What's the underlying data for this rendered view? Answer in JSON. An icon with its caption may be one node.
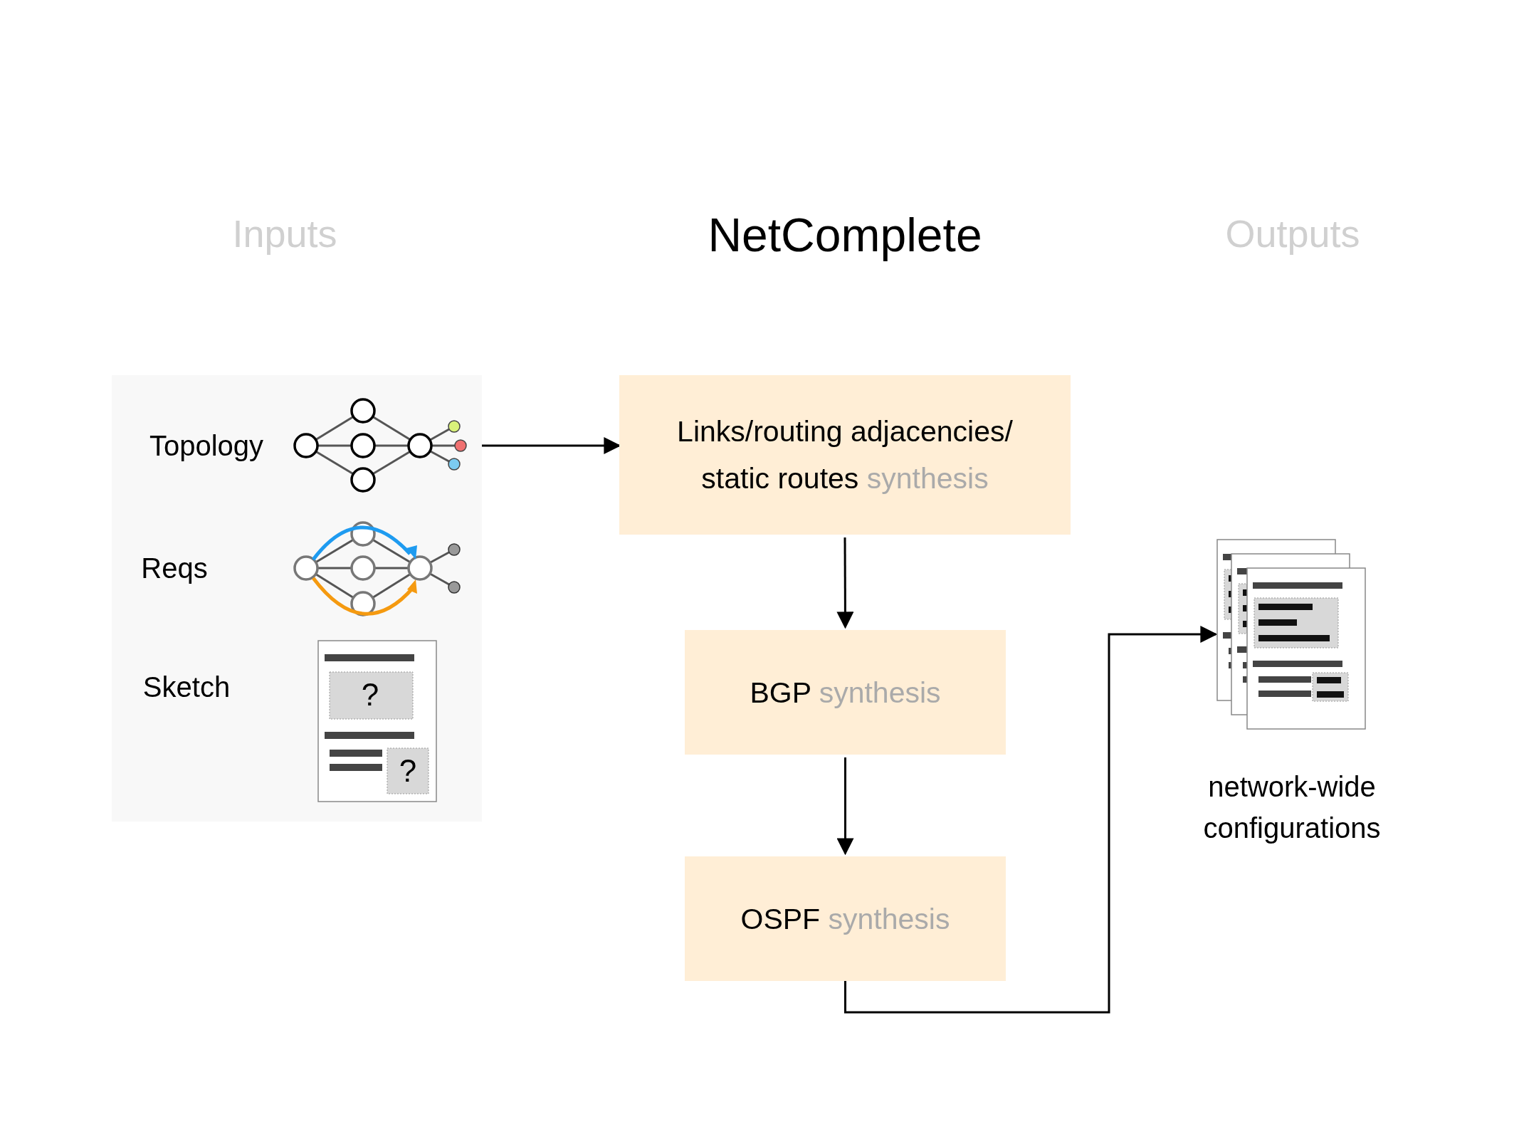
{
  "diagram": {
    "title": "NetComplete",
    "nodes": [
      {
        "text": [],
        "shape": "box"
      },
      {
        "text": [
          "Links/routing adjacencies/ static routes",
          "synthesis"
        ]
      },
      {
        "text": [
          "BGP",
          "synthesis"
        ]
      },
      {
        "text": [
          "OSPF",
          "synthesis"
        ]
      },
      {
        "text": [],
        "shape": "picture",
        "beside": [
          "network-wide configurations"
        ]
      }
    ],
    "edges": [
      {
        "from": 0,
        "to": 1,
        "arrow": "to"
      },
      {
        "from": 1,
        "to": 2,
        "arrow": "to"
      },
      {
        "from": 2,
        "to": 3,
        "arrow": "to"
      },
      {
        "from": 3,
        "to": 4,
        "arrow": "to"
      }
    ],
    "labels": [
      "Inputs",
      "Outputs",
      "Topology",
      "Reqs",
      "Sketch",
      "?",
      "?"
    ]
  }
}
